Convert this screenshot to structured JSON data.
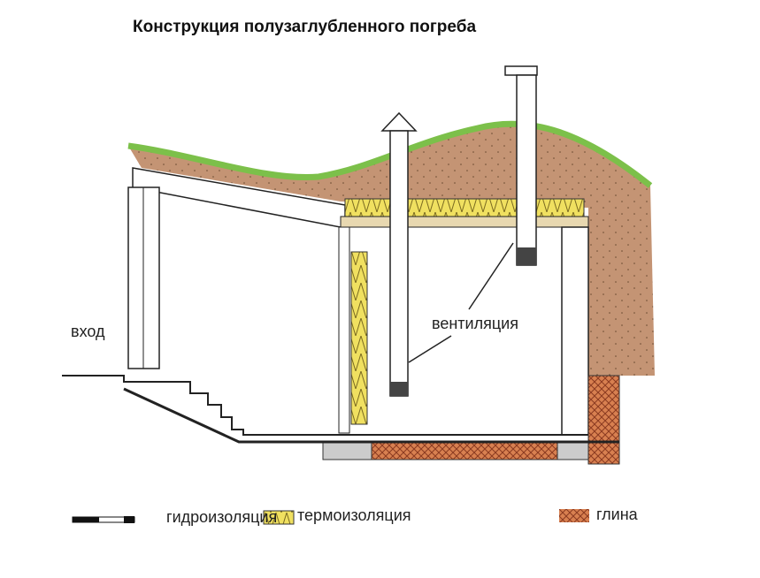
{
  "title": "Конструкция полузаглубленного погреба",
  "labels": {
    "entrance": "вход",
    "ventilation": "вентиляция"
  },
  "legend": [
    {
      "label": "гидроизоляция",
      "icon": "waterproofing-swatch"
    },
    {
      "label": "термоизоляция",
      "icon": "thermal-insulation-swatch"
    },
    {
      "label": "глина",
      "icon": "clay-swatch"
    }
  ],
  "colors": {
    "soil": "#c09070",
    "grass": "#7cc04a",
    "insulation": "#f0e060",
    "clay": "#d07840"
  }
}
